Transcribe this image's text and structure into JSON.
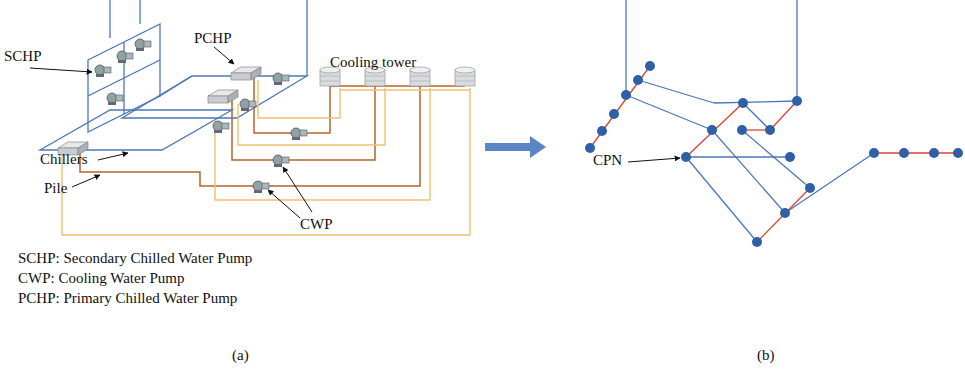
{
  "diagram": {
    "labels": [
      "SCHP",
      "PCHP",
      "Cooling tower",
      "Chillers",
      "Pile",
      "CWP",
      "SCHP: Secondary Chilled Water Pump",
      "CWP: Cooling Water Pump",
      "PCHP: Primary Chilled Water Pump",
      "(a)",
      "CPN",
      "(b)"
    ]
  }
}
